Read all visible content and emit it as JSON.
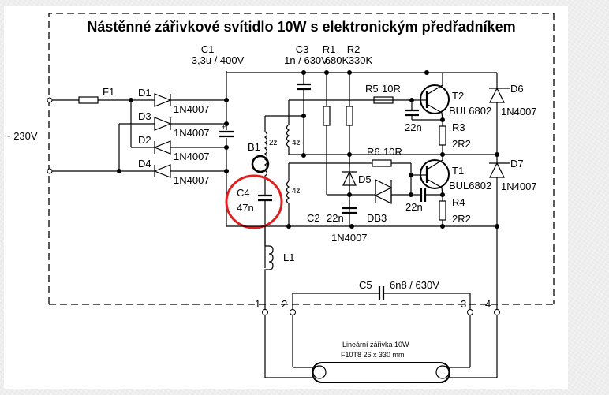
{
  "title": "Nástěnné zářivkové svítidlo 10W s elektronickým předřadníkem",
  "mains": "~ 230V",
  "components": {
    "F1": "F1",
    "D1": {
      "ref": "D1",
      "value": "1N4007"
    },
    "D2": {
      "ref": "D2",
      "value": "1N4007"
    },
    "D3": {
      "ref": "D3",
      "value": "1N4007"
    },
    "D4": {
      "ref": "D4",
      "value": "1N4007"
    },
    "C1": {
      "ref": "C1",
      "value": "3,3u / 400V"
    },
    "C3": {
      "ref": "C3",
      "value": "1n / 630V"
    },
    "R1": {
      "ref": "R1",
      "value": "680K"
    },
    "R2": {
      "ref": "R2",
      "value": "330K"
    },
    "R5": {
      "ref": "R5",
      "value": "10R"
    },
    "R6": {
      "ref": "R6",
      "value": "10R"
    },
    "T2": {
      "ref": "T2",
      "value": "BUL6802"
    },
    "T1": {
      "ref": "T1",
      "value": "BUL6802"
    },
    "R3": {
      "ref": "R3",
      "value": "2R2"
    },
    "R4": {
      "ref": "R4",
      "value": "2R2"
    },
    "D6": {
      "ref": "D6",
      "value": "1N4007"
    },
    "D7": {
      "ref": "D7",
      "value": "1N4007"
    },
    "D5": {
      "ref": "D5",
      "value": "1N4007"
    },
    "DB3": "DB3",
    "C2": {
      "ref": "C2",
      "value": "22n"
    },
    "CT2": "22n",
    "CT1": "22n",
    "B1": {
      "ref": "B1",
      "w1": "2z",
      "w2": "4z",
      "w3": "4z"
    },
    "C4": {
      "ref": "C4",
      "value": "47n"
    },
    "L1": "L1",
    "C5": {
      "ref": "C5",
      "value": "6n8 / 630V"
    }
  },
  "terminals": [
    "1",
    "2",
    "3",
    "4"
  ],
  "lamp": {
    "line1": "Lineární zářivka 10W",
    "line2": "F10T8 26 x 330 mm"
  },
  "highlight_color": "#e02020"
}
